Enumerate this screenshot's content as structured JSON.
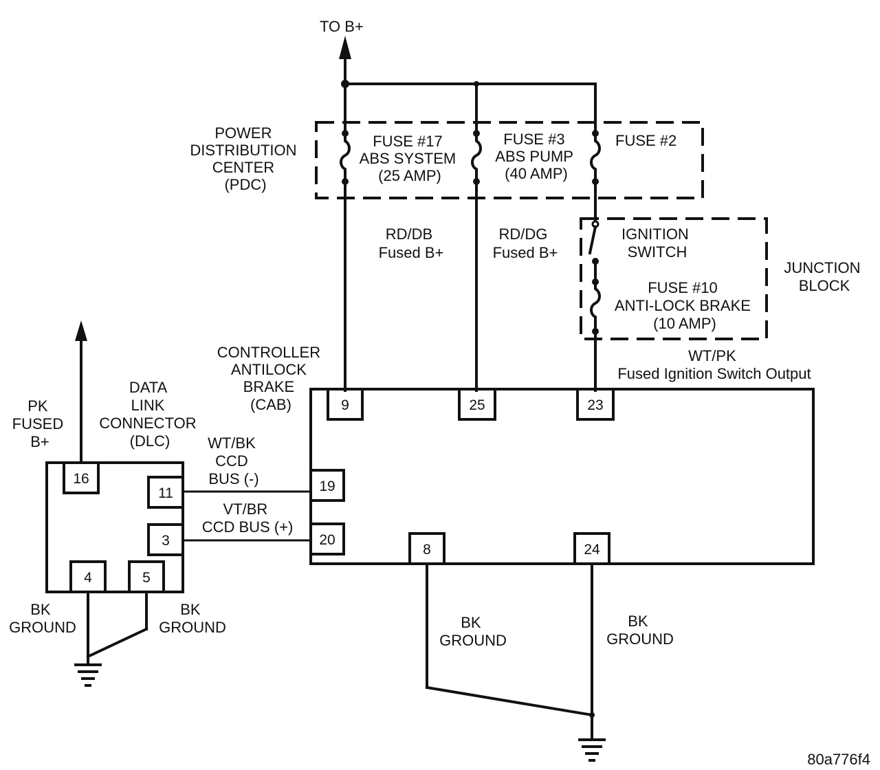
{
  "labels": {
    "to_bplus": "TO B+",
    "pdc": [
      "POWER",
      "DISTRIBUTION",
      "CENTER",
      "(PDC)"
    ],
    "fuse17": [
      "FUSE #17",
      "ABS SYSTEM",
      "(25 AMP)"
    ],
    "fuse3": [
      "FUSE #3",
      "ABS PUMP",
      "(40 AMP)"
    ],
    "fuse2": "FUSE #2",
    "wire_rd_db": [
      "RD/DB",
      "Fused B+"
    ],
    "wire_rd_dg": [
      "RD/DG",
      "Fused B+"
    ],
    "ignition_switch": [
      "IGNITION",
      "SWITCH"
    ],
    "junction_block": [
      "JUNCTION",
      "BLOCK"
    ],
    "fuse10": [
      "FUSE #10",
      "ANTI-LOCK BRAKE",
      "(10 AMP)"
    ],
    "wire_wt_pk": [
      "WT/PK",
      "Fused Ignition Switch Output"
    ],
    "cab": [
      "CONTROLLER",
      "ANTILOCK",
      "BRAKE",
      "(CAB)"
    ],
    "dlc": [
      "DATA",
      "LINK",
      "CONNECTOR",
      "(DLC)"
    ],
    "pk_fused": [
      "PK",
      "FUSED",
      "B+"
    ],
    "wt_bk": [
      "WT/BK",
      "CCD",
      "BUS (-)"
    ],
    "vt_br": [
      "VT/BR",
      "CCD BUS (+)"
    ],
    "bk_ground_1": [
      "BK",
      "GROUND"
    ],
    "bk_ground_2": [
      "BK",
      "GROUND"
    ],
    "bk_ground_3": [
      "BK",
      "GROUND"
    ],
    "bk_ground_4": [
      "BK",
      "GROUND"
    ],
    "figure_id": "80a776f4"
  },
  "cab_pins": [
    "9",
    "25",
    "23",
    "19",
    "20",
    "8",
    "24"
  ],
  "dlc_pins": [
    "16",
    "11",
    "3",
    "4",
    "5"
  ]
}
